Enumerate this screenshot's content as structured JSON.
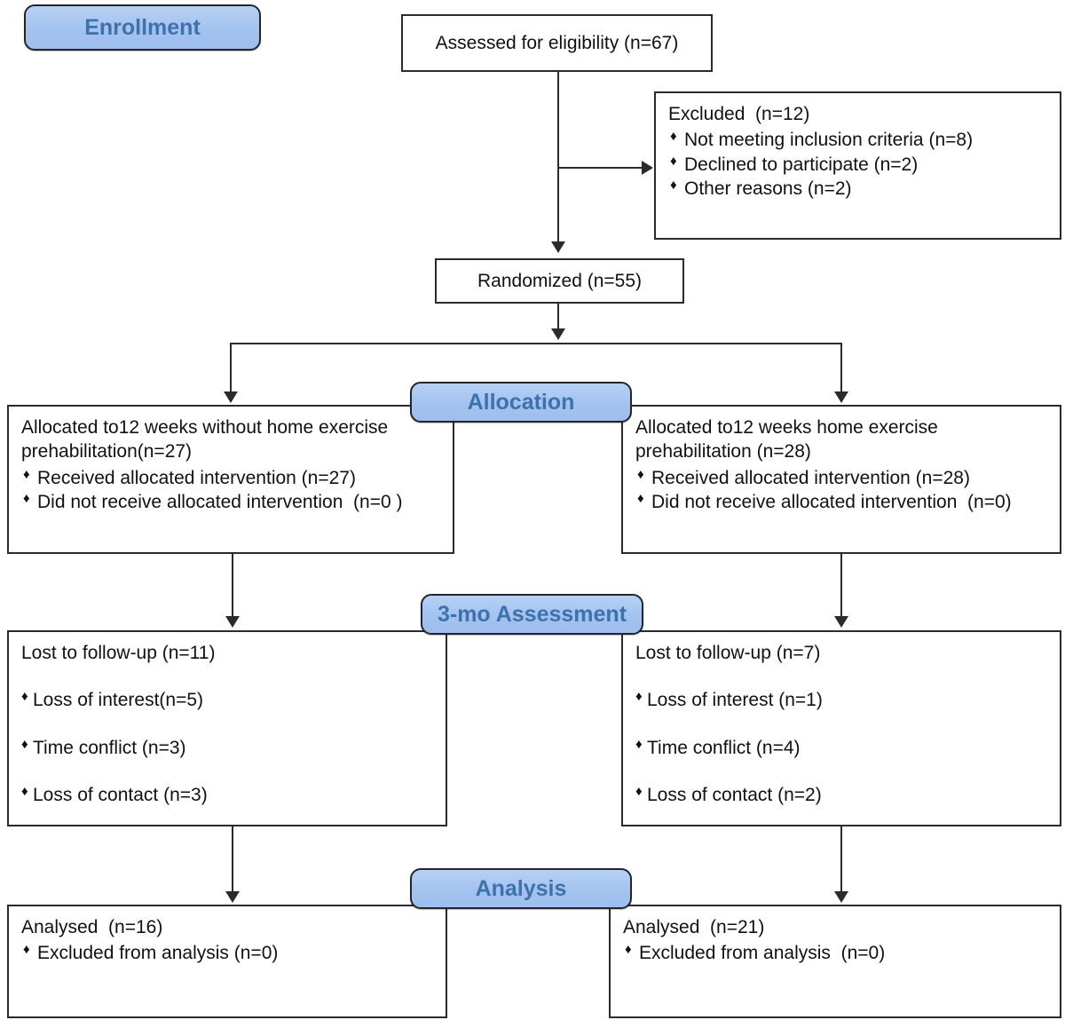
{
  "diagram": {
    "type": "CONSORT participant flow diagram",
    "accent_blue_fill": "#a3c2ef",
    "accent_blue_text": "#3d72ab",
    "line_color": "#2b2b2b",
    "bullet_glyph": "♦"
  },
  "stages": {
    "enrollment": "Enrollment",
    "allocation": "Allocation",
    "assessment": "3-mo Assessment",
    "analysis": "Analysis"
  },
  "nodes": {
    "assessed": {
      "title": "Assessed for eligibility (n=67)"
    },
    "excluded": {
      "title": "Excluded  (n=12)",
      "bullets": [
        "Not meeting inclusion criteria (n=8)",
        "Declined to participate (n=2)",
        "Other reasons (n=2)"
      ]
    },
    "randomized": {
      "title": "Randomized (n=55)"
    },
    "allocated_left": {
      "title": "Allocated to12 weeks without home exercise prehabilitation(n=27)",
      "bullets": [
        "Received allocated intervention (n=27)",
        "Did not receive allocated intervention  (n=0 )"
      ]
    },
    "allocated_right": {
      "title": "Allocated to12 weeks home exercise prehabilitation (n=28)",
      "bullets": [
        "Received allocated intervention (n=28)",
        "Did not receive allocated intervention  (n=0)"
      ]
    },
    "followup_left": {
      "title": "Lost to follow-up (n=11)",
      "bullets": [
        "Loss of interest(n=5)",
        "Time conflict (n=3)",
        "Loss of contact (n=3)"
      ]
    },
    "followup_right": {
      "title": "Lost to follow-up (n=7)",
      "bullets": [
        "Loss of interest (n=1)",
        "Time conflict (n=4)",
        "Loss of contact (n=2)"
      ]
    },
    "analysed_left": {
      "title": "Analysed  (n=16)",
      "bullets": [
        "Excluded from analysis (n=0)"
      ]
    },
    "analysed_right": {
      "title": "Analysed  (n=21)",
      "bullets": [
        "Excluded from analysis  (n=0)"
      ]
    }
  }
}
